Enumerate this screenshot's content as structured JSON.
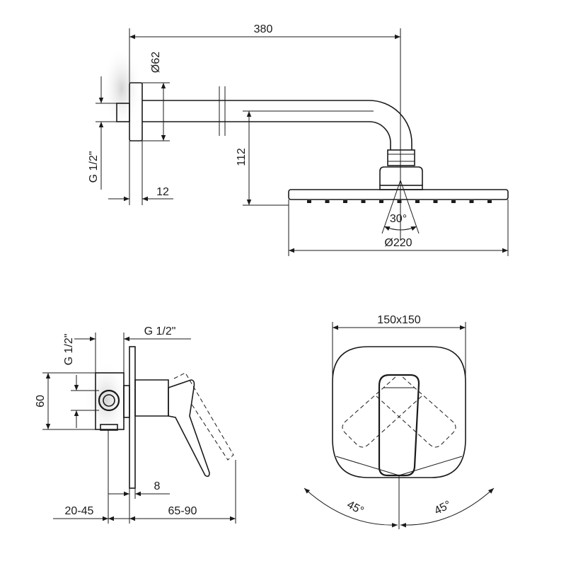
{
  "shower_head_view": {
    "arm_length": "380",
    "flange_diameter": "Ø62",
    "thread": "G 1/2\"",
    "flange_thickness": "12",
    "drop_height": "112",
    "tilt_angle": "30°",
    "head_diameter": "Ø220"
  },
  "mixer_side_view": {
    "thread_top": "G 1/2\"",
    "thread_side": "G 1/2\"",
    "height": "60",
    "plate_thickness": "8",
    "wall_depth": "20-45",
    "projection": "65-90"
  },
  "mixer_front_view": {
    "plate_size": "150x150",
    "angle_left": "45°",
    "angle_right": "45°"
  }
}
